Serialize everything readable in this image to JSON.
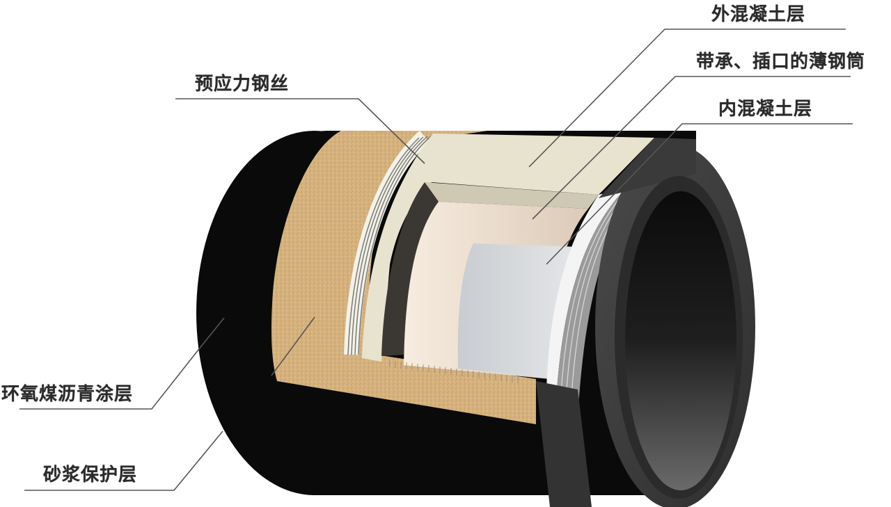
{
  "diagram": {
    "type": "cutaway",
    "subject": "prestressed concrete cylinder pipe",
    "colors": {
      "background": "#ffffff",
      "coating_black": "#0a0a0a",
      "mortar_tan": "#d4b07c",
      "outer_concrete": "#e8e3cf",
      "inner_concrete": "#ece0d2",
      "steel_cylinder": "#cfd2d6",
      "steel_ring": "#3a3a3a",
      "bore_dark": "#1a1a1a",
      "label_text": "#2a2a2a",
      "leader_line": "#555555"
    }
  },
  "labels": {
    "outer_concrete": "外混凝土层",
    "steel_cylinder": "带承、插口的薄钢筒",
    "inner_concrete": "内混凝土层",
    "prestress_wire": "预应力钢丝",
    "epoxy_coating": "环氧煤沥青涂层",
    "mortar_layer": "砂浆保护层"
  }
}
